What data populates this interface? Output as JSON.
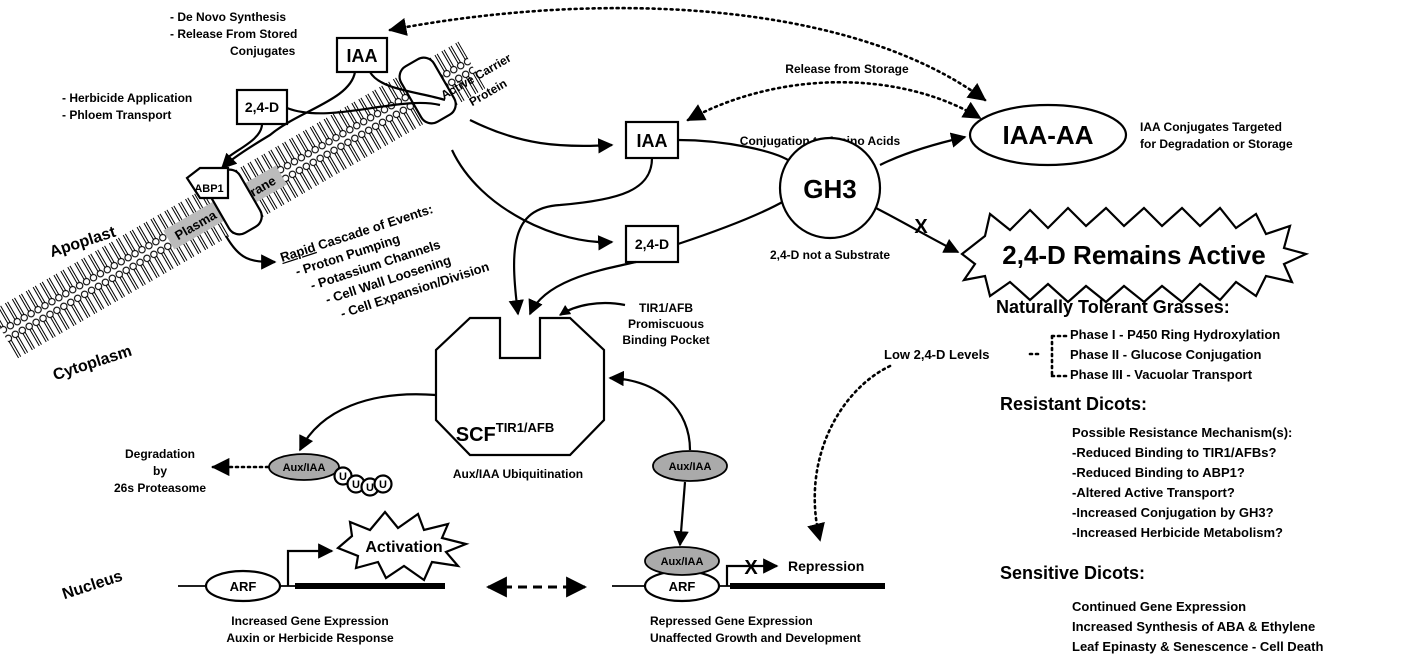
{
  "sources": {
    "de_novo": "- De Novo Synthesis",
    "release_line1": "- Release From Stored",
    "release_line2": "Conjugates"
  },
  "herbicide": {
    "application": "- Herbicide Application",
    "phloem": "- Phloem Transport"
  },
  "labels": {
    "iaa_top": "IAA",
    "iaa_mid": "IAA",
    "d24_top": "2,4-D",
    "d24_mid": "2,4-D",
    "carrier_line1": "Active Carrier",
    "carrier_line2": "Protein",
    "abp1": "ABP1",
    "plasma_membrane": "Plasma Membrane",
    "apoplast": "Apoplast",
    "cytoplasm": "Cytoplasm",
    "nucleus": "Nucleus",
    "release_storage": "Release from Storage",
    "conjugation": "Conjugation to Amino Acids",
    "gh3": "GH3",
    "not_substrate": "2,4-D not a Substrate",
    "iaa_aa": "IAA-AA",
    "iaa_conj_line1": "IAA Conjugates Targeted",
    "iaa_conj_line2": "for Degradation or Storage",
    "remains_active": "2,4-D Remains Active",
    "tir1_line1": "TIR1/AFB",
    "tir1_line2": "Promiscuous",
    "tir1_line3": "Binding Pocket",
    "scf_main": "SCF",
    "scf_sup": "TIR1/AFB",
    "ubiquitination": "Aux/IAA Ubiquitination",
    "aux_iaa_left": "Aux/IAA",
    "aux_iaa_right": "Aux/IAA",
    "aux_iaa_nucleus": "Aux/IAA",
    "ubiquitin": "U",
    "degradation_line1": "Degradation",
    "degradation_line2": "by",
    "degradation_line3": "26s Proteasome",
    "arf_left": "ARF",
    "arf_right": "ARF",
    "activation": "Activation",
    "repression": "Repression",
    "x_mark": "X",
    "increased_expr_line1": "Increased Gene Expression",
    "increased_expr_line2": "Auxin or Herbicide Response",
    "repressed_expr_line1": "Repressed Gene Expression",
    "repressed_expr_line2": "Unaffected Growth and Development",
    "low_levels": "Low 2,4-D Levels"
  },
  "cascade": {
    "rapid": "Rapid",
    "rest": " Cascade of Events:",
    "items": [
      "- Proton Pumping",
      "- Potassium Channels",
      "- Cell Wall Loosening",
      "- Cell Expansion/Division"
    ]
  },
  "tolerant": {
    "title": "Naturally Tolerant Grasses:",
    "phases": [
      "Phase I - P450 Ring Hydroxylation",
      "Phase II - Glucose Conjugation",
      "Phase III - Vacuolar Transport"
    ]
  },
  "resistant": {
    "title": "Resistant Dicots:",
    "items": [
      "Possible Resistance Mechanism(s):",
      "-Reduced Binding to TIR1/AFBs?",
      "-Reduced Binding to ABP1?",
      "-Altered Active Transport?",
      "-Increased Conjugation by GH3?",
      "-Increased Herbicide Metabolism?"
    ]
  },
  "sensitive": {
    "title": "Sensitive Dicots:",
    "items": [
      "Continued Gene Expression",
      "Increased Synthesis of ABA & Ethylene",
      "Leaf Epinasty & Senescence - Cell Death"
    ]
  }
}
